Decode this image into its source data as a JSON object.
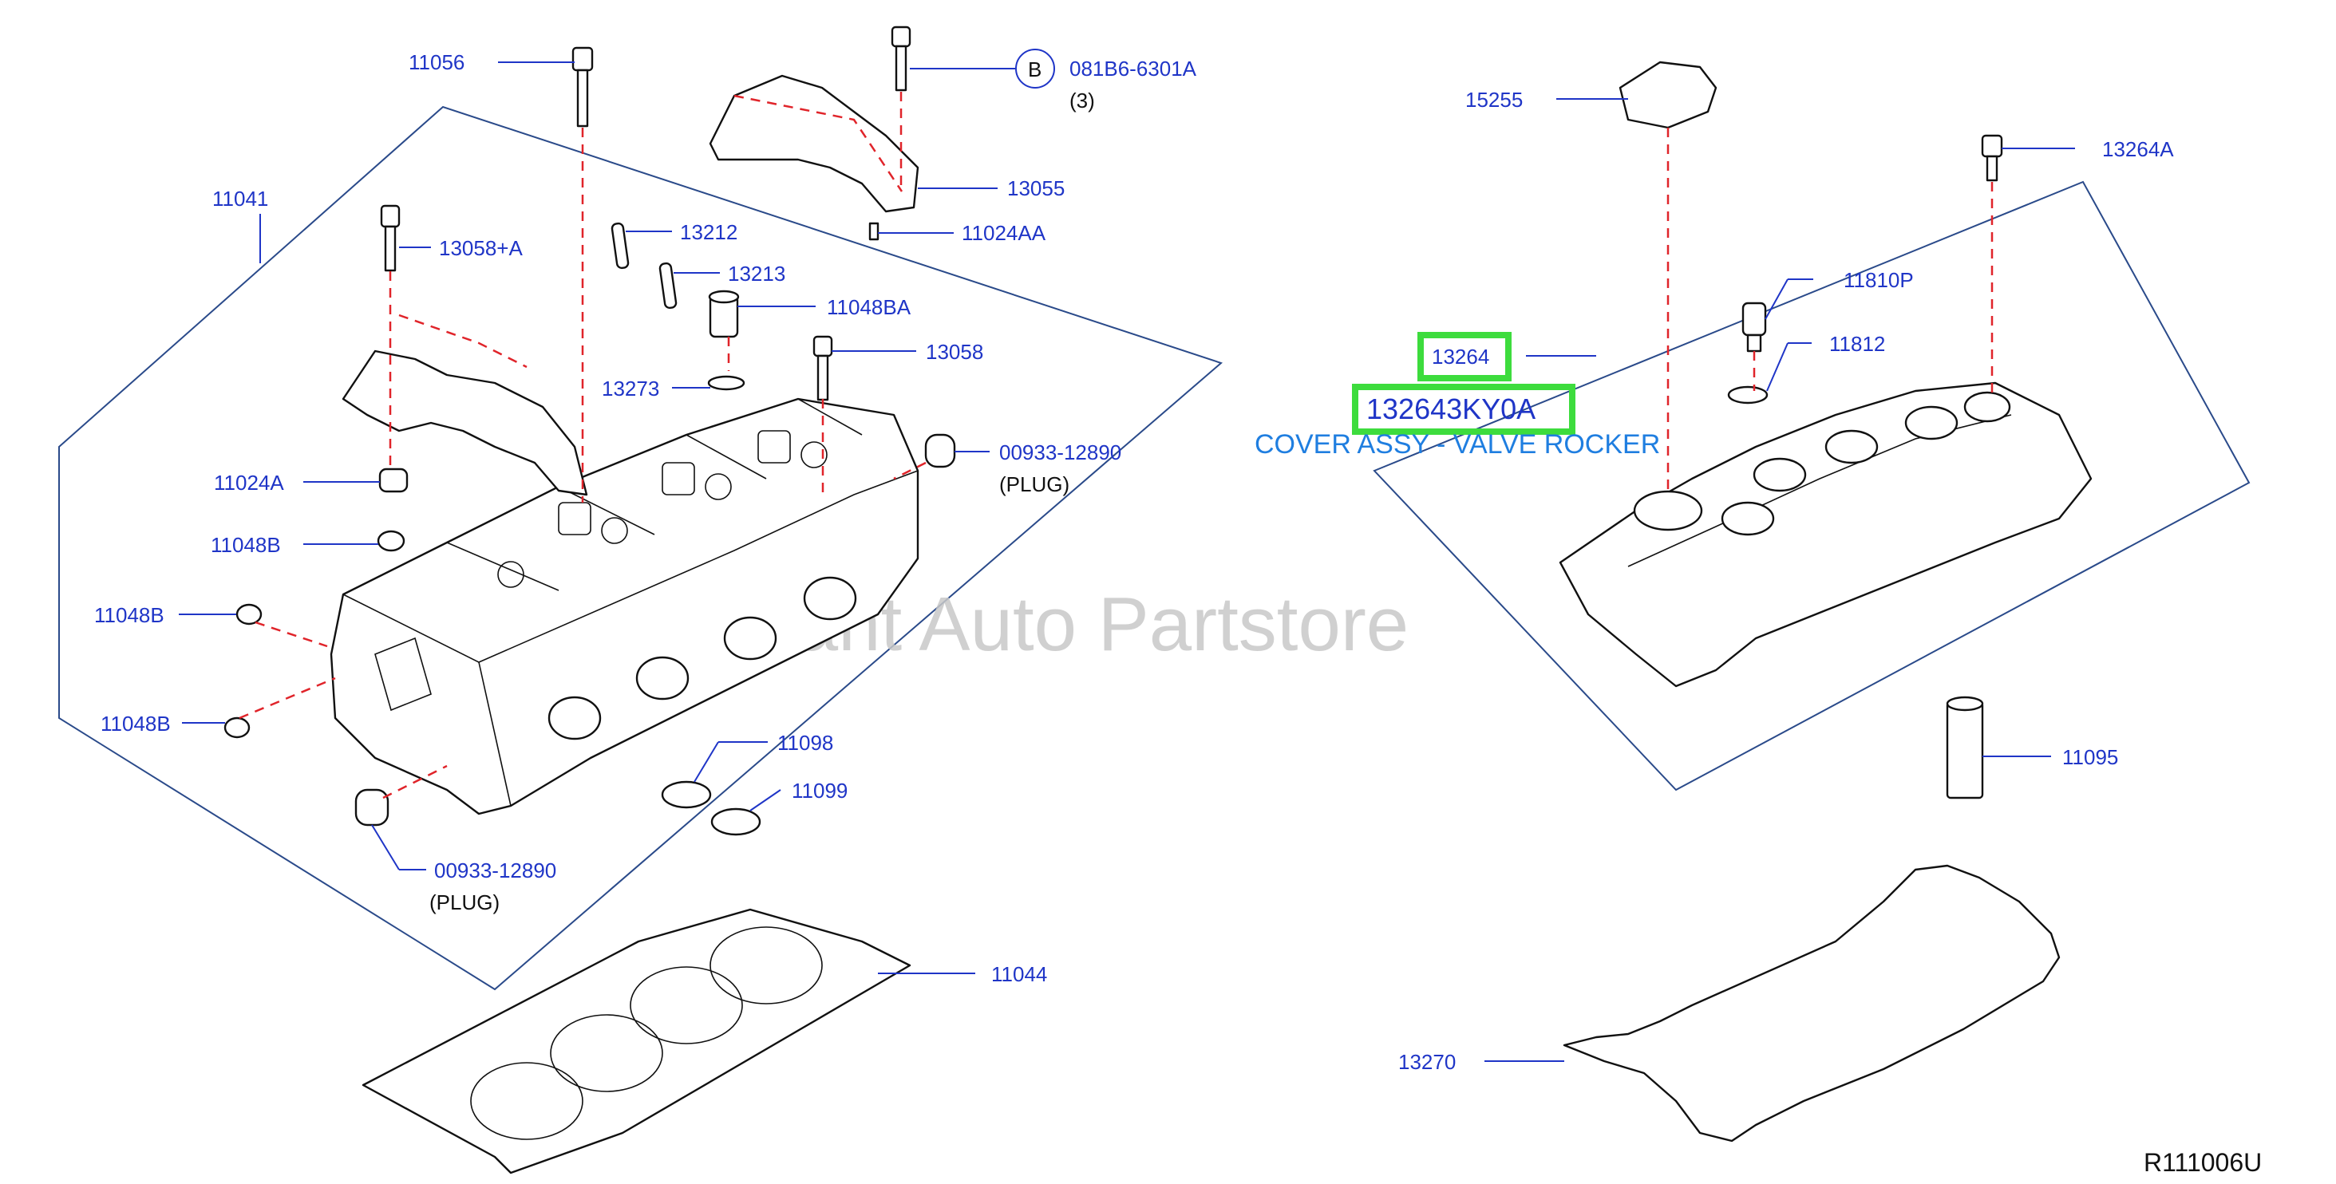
{
  "diagram": {
    "watermark": "Merchant Auto Partstore",
    "ref_code": "R111006U",
    "highlight": {
      "part_number": "13264",
      "full_part_number": "132643KY0A",
      "description": "COVER ASSY - VALVE ROCKER"
    },
    "labels": {
      "p11056": "11056",
      "p081B6": "081B6-6301A",
      "p081B6_qty": "(3)",
      "circle_b": "B",
      "p13055": "13055",
      "p11024AA": "11024AA",
      "p11041": "11041",
      "p13058A": "13058+A",
      "p13212": "13212",
      "p13213": "13213",
      "p11048BA": "11048BA",
      "p13058": "13058",
      "p13273": "13273",
      "p00933_top": "00933-12890",
      "plug_top": "(PLUG)",
      "p11024A": "11024A",
      "p11048B_1": "11048B",
      "p11048B_2": "11048B",
      "p11048B_3": "11048B",
      "p11098": "11098",
      "p11099": "11099",
      "p00933_bot": "00933-12890",
      "plug_bot": "(PLUG)",
      "p11044": "11044",
      "p15255": "15255",
      "p13264A": "13264A",
      "p11810P": "11810P",
      "p11812": "11812",
      "p11095": "11095",
      "p13270": "13270"
    }
  }
}
